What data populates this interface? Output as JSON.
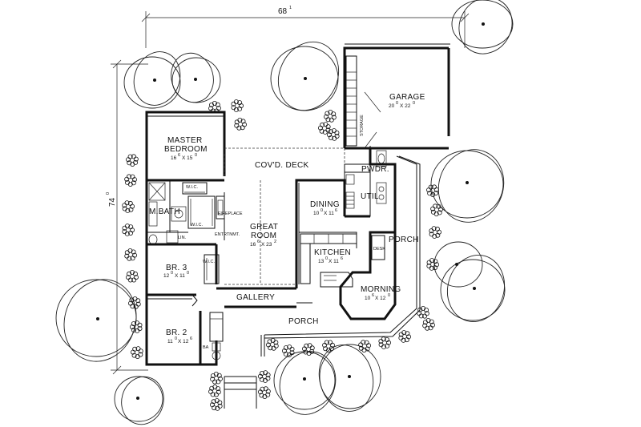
{
  "dimensions": {
    "width_label": "68",
    "width_sup": "1",
    "depth_label": "74",
    "depth_sup": "0"
  },
  "rooms": {
    "master": {
      "name_line1": "MASTER",
      "name_line2": "BEDROOM",
      "size": "16",
      "size_a": "6",
      "size_x": "X 15",
      "size_b": "0"
    },
    "covd_deck": {
      "name": "COV'D. DECK"
    },
    "garage": {
      "name": "GARAGE",
      "size": "20",
      "size_a": "0",
      "size_x": "X 22",
      "size_b": "0"
    },
    "pwdr": {
      "name": "PWDR."
    },
    "util": {
      "name": "UTIL"
    },
    "dining": {
      "name": "DINING",
      "size": "10",
      "size_a": "0",
      "size_x": "X 11",
      "size_b": "6"
    },
    "great_room": {
      "name_line1": "GREAT",
      "name_line2": "ROOM",
      "size": "16",
      "size_a": "6",
      "size_x": "X 23",
      "size_b": "2"
    },
    "kitchen": {
      "name": "KITCHEN",
      "size": "13",
      "size_a": "0",
      "size_x": "X 11",
      "size_b": "6"
    },
    "morning": {
      "name": "MORNING",
      "size": "10",
      "size_a": "6",
      "size_x": "X 12",
      "size_b": "0"
    },
    "porch_side": {
      "name": "PORCH"
    },
    "porch_front": {
      "name": "PORCH"
    },
    "gallery": {
      "name": "GALLERY"
    },
    "br3": {
      "name": "BR. 3",
      "size": "12",
      "size_a": "0",
      "size_x": "X 11",
      "size_b": "0"
    },
    "br2": {
      "name": "BR. 2",
      "size": "11",
      "size_a": "0",
      "size_x": "X 12",
      "size_b": "6"
    },
    "mbath": {
      "name": "M.BATH"
    },
    "ba": {
      "name": "BA"
    }
  },
  "labels": {
    "wic1": "W.I.C.",
    "wic2": "W.I.C.",
    "wic3": "W.I.C.",
    "fireplace": "FIREPLACE",
    "entrtnmt": "ENTRTNMT.",
    "lin": "LIN.",
    "desk": "DESK",
    "storage": "STORAGE"
  }
}
